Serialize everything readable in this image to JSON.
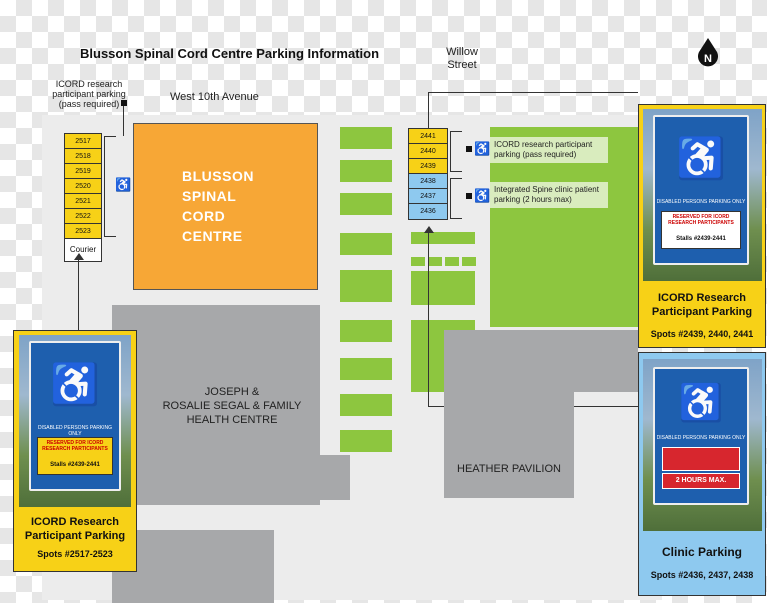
{
  "title": "Blusson Spinal Cord Centre Parking Information",
  "streets": {
    "willow": "Willow\nStreet",
    "west10": "West 10th Avenue"
  },
  "compass": "N",
  "left_lot": {
    "label": "ICORD research\nparticipant parking\n(pass required)",
    "stalls": [
      "2517",
      "2518",
      "2519",
      "2520",
      "2521",
      "2522",
      "2523"
    ],
    "courier": "Courier"
  },
  "right_lot": {
    "stalls_icord": [
      "2441",
      "2440",
      "2439"
    ],
    "stalls_clinic": [
      "2438",
      "2437",
      "2436"
    ],
    "icord_note": "ICORD research participant parking (pass required)",
    "clinic_note": "Integrated Spine clinic patient parking (2 hours max)"
  },
  "buildings": {
    "blusson": [
      "BLUSSON",
      "SPINAL",
      "CORD",
      "CENTRE"
    ],
    "segal": "JOSEPH &\nROSALIE SEGAL & FAMILY\nHEALTH CENTRE",
    "heather": "HEATHER PAVILION"
  },
  "cards": {
    "left": {
      "title": "ICORD Research\nParticipant Parking",
      "spots": "Spots #2517-2523",
      "sign_reserved": "RESERVED FOR ICORD\nRESEARCH PARTICIPANTS",
      "sign_stalls": "Stalls #2439-2441",
      "sign_top": "DISABLED PERSONS PARKING ONLY"
    },
    "top_right": {
      "title": "ICORD Research\nParticipant Parking",
      "spots": "Spots #2439, 2440, 2441",
      "sign_reserved": "RESERVED FOR ICORD\nRESEARCH PARTICIPANTS",
      "sign_stalls": "Stalls #2439-2441",
      "sign_top": "DISABLED PERSONS PARKING ONLY"
    },
    "bottom_right": {
      "title": "Clinic Parking",
      "spots": "Spots #2436, 2437, 2438",
      "sign_top": "DISABLED PERSONS PARKING ONLY",
      "sign_max": "2 HOURS MAX."
    }
  },
  "colors": {
    "yellow": "#f7d117",
    "blue": "#8ec9ef",
    "green": "#8dc63f",
    "orange": "#f7a736",
    "gray": "#a7a8aa"
  },
  "icons": [
    "wheelchair-icon",
    "north-arrow-icon"
  ]
}
